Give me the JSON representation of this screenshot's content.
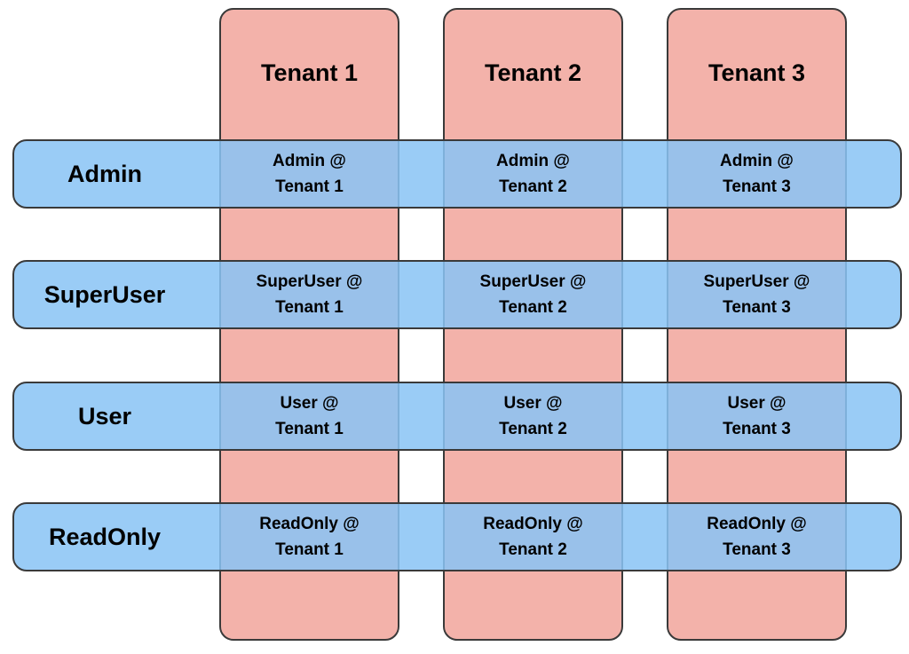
{
  "tenants": [
    {
      "label": "Tenant 1"
    },
    {
      "label": "Tenant 2"
    },
    {
      "label": "Tenant 3"
    }
  ],
  "roles": [
    {
      "label": "Admin"
    },
    {
      "label": "SuperUser"
    },
    {
      "label": "User"
    },
    {
      "label": "ReadOnly"
    }
  ],
  "cells": [
    [
      {
        "line1": "Admin @",
        "line2": "Tenant 1"
      },
      {
        "line1": "Admin @",
        "line2": "Tenant 2"
      },
      {
        "line1": "Admin @",
        "line2": "Tenant 3"
      }
    ],
    [
      {
        "line1": "SuperUser @",
        "line2": "Tenant 1"
      },
      {
        "line1": "SuperUser @",
        "line2": "Tenant 2"
      },
      {
        "line1": "SuperUser @",
        "line2": "Tenant 3"
      }
    ],
    [
      {
        "line1": "User @",
        "line2": "Tenant 1"
      },
      {
        "line1": "User @",
        "line2": "Tenant 2"
      },
      {
        "line1": "User @",
        "line2": "Tenant 3"
      }
    ],
    [
      {
        "line1": "ReadOnly @",
        "line2": "Tenant 1"
      },
      {
        "line1": "ReadOnly @",
        "line2": "Tenant 2"
      },
      {
        "line1": "ReadOnly @",
        "line2": "Tenant 3"
      }
    ]
  ],
  "colors": {
    "tenant_fill": "#f3b2aa",
    "role_fill": "#89c4f4",
    "border": "#3a3a3a"
  }
}
